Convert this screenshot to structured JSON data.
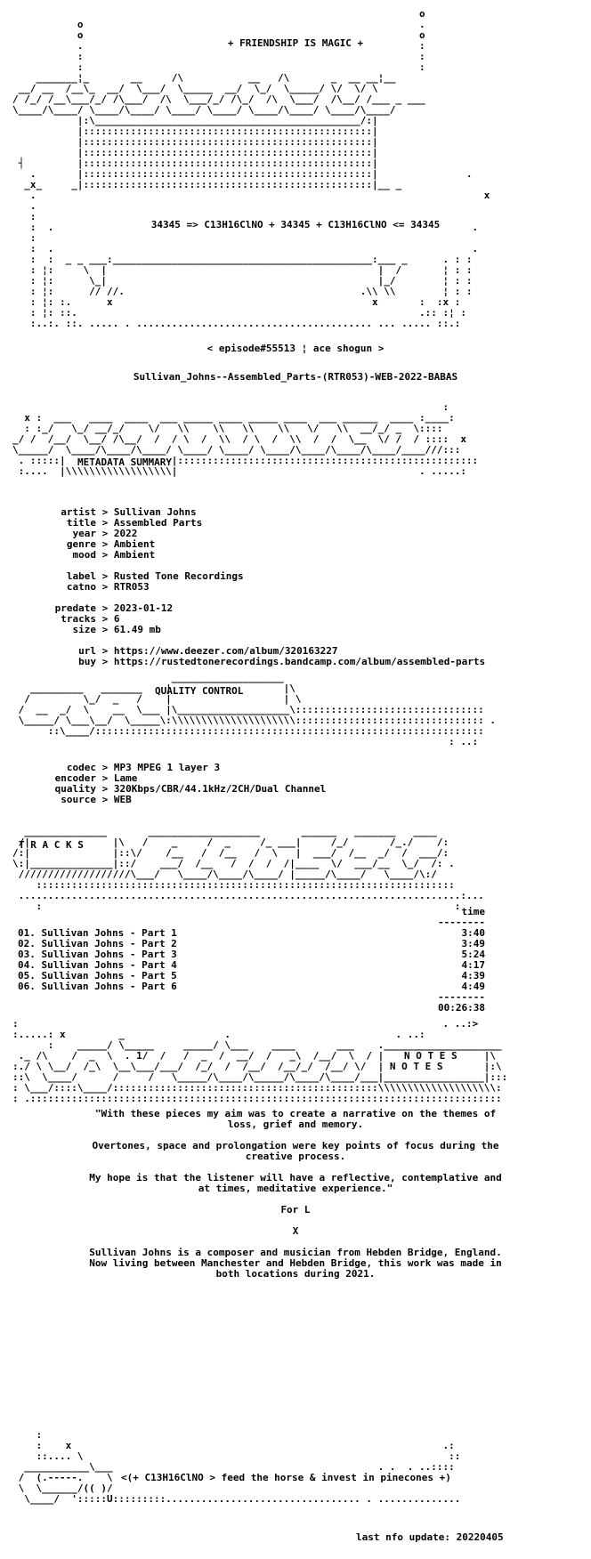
{
  "header": {
    "tagline": "+ FRIENDSHIP IS MAGIC +",
    "formula": "34345 => C13H16ClNO + 34345 + C13H16ClNO <= 34345",
    "episode": "< episode#55513 ¦ ace shogun >",
    "release": "Sullivan_Johns--Assembled_Parts-(RTR053)-WEB-2022-BABAS"
  },
  "metadata": {
    "heading": "METADATA SUMMARY",
    "fields": [
      {
        "k": "artist",
        "v": "Sullivan Johns"
      },
      {
        "k": "title",
        "v": "Assembled Parts"
      },
      {
        "k": "year",
        "v": "2022"
      },
      {
        "k": "genre",
        "v": "Ambient"
      },
      {
        "k": "mood",
        "v": "Ambient"
      },
      {
        "k": "",
        "v": ""
      },
      {
        "k": "label",
        "v": "Rusted Tone Recordings"
      },
      {
        "k": "catno",
        "v": "RTR053"
      },
      {
        "k": "",
        "v": ""
      },
      {
        "k": "predate",
        "v": "2023-01-12"
      },
      {
        "k": "tracks",
        "v": "6"
      },
      {
        "k": "size",
        "v": "61.49 mb"
      },
      {
        "k": "",
        "v": ""
      },
      {
        "k": "url",
        "v": "https://www.deezer.com/album/320163227"
      },
      {
        "k": "buy",
        "v": "https://rustedtonerecordings.bandcamp.com/album/assembled-parts"
      }
    ]
  },
  "quality": {
    "heading": "QUALITY CONTROL",
    "fields": [
      {
        "k": "codec",
        "v": "MP3 MPEG 1 layer 3"
      },
      {
        "k": "encoder",
        "v": "Lame"
      },
      {
        "k": "quality",
        "v": "320Kbps/CBR/44.1kHz/2CH/Dual Channel"
      },
      {
        "k": "source",
        "v": "WEB"
      }
    ]
  },
  "tracks": {
    "heading": "T R A C K S",
    "time_header": "time",
    "list": [
      {
        "n": "01. Sullivan Johns - Part 1",
        "t": "3:40"
      },
      {
        "n": "02. Sullivan Johns - Part 2",
        "t": "3:49"
      },
      {
        "n": "03. Sullivan Johns - Part 3",
        "t": "5:24"
      },
      {
        "n": "04. Sullivan Johns - Part 4",
        "t": "4:17"
      },
      {
        "n": "05. Sullivan Johns - Part 5",
        "t": "4:39"
      },
      {
        "n": "06. Sullivan Johns - Part 6",
        "t": "4:49"
      }
    ],
    "total": "00:26:38"
  },
  "notes": {
    "heading": "N O T E S",
    "lines": [
      "\"With these pieces my aim was to create a narrative on the themes of",
      "loss, grief and memory.",
      "",
      "Overtones, space and prolongation were key points of focus during the",
      "creative process.",
      "",
      "My hope is that the listener will have a reflective, contemplative and",
      "at times, meditative experience.\"",
      "",
      "For L",
      "",
      "X",
      "",
      "Sullivan Johns is a composer and musician from Hebden Bridge, England.",
      "Now living between Manchester and Hebden Bridge, this work was made in",
      "both locations during 2021."
    ]
  },
  "footer": {
    "slogan": "<(+ C13H16ClNO > feed the horse & invest in pinecones +)",
    "update": "last nfo update: 20220405"
  }
}
